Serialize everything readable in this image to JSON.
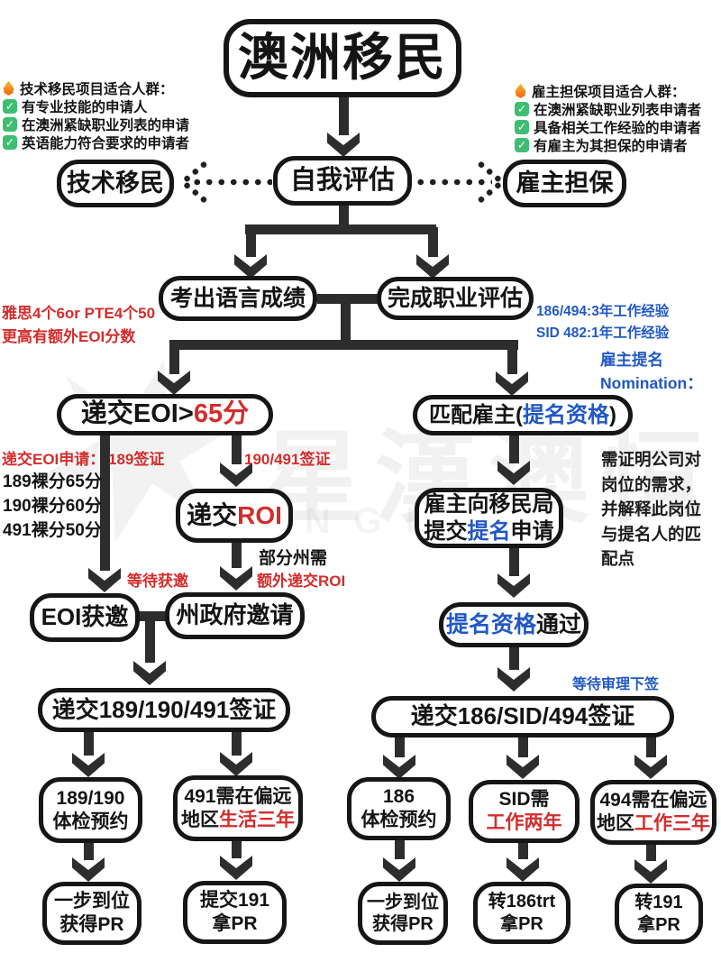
{
  "title": "澳洲移民",
  "left_checklist": {
    "header": "技术移民项目适合人群：",
    "items": [
      "有专业技能的申请人",
      "在澳洲紧缺职业列表的申请",
      "英语能力符合要求的申请者"
    ]
  },
  "right_checklist": {
    "header": "雇主担保项目适合人群：",
    "items": [
      "在澳洲紧缺职业列表申请者",
      "具备相关工作经验的申请者",
      "有雇主为其担保的申请者"
    ]
  },
  "nodes": {
    "skilled": "技术移民",
    "self_assess": "自我评估",
    "employer": "雇主担保",
    "language": "考出语言成绩",
    "occupation": "完成职业评估",
    "submit_eoi": {
      "black": "递交EOI>",
      "red": "65分"
    },
    "match_employer": {
      "pre": "匹配雇主(",
      "blue": "提名资格",
      "post": ")"
    },
    "submit_roi": {
      "black": "递交",
      "red": "ROI"
    },
    "eoi_invited": "EOI获邀",
    "state_invite": "州政府邀请",
    "visa_189": "递交189/190/491签证",
    "employer_submit": {
      "line1": "雇主向移民局",
      "l2a": "提交",
      "l2b": "提名",
      "l2c": "申请"
    },
    "nomination_pass": {
      "blue": "提名资格",
      "black": "通过"
    },
    "visa_186": "递交186/SID/494签证",
    "med_189": {
      "line1": "189/190",
      "line2": "体检预约"
    },
    "live3": {
      "line1": "491需在偏远",
      "l2a": "地区",
      "l2b": "生活三年"
    },
    "med_186": {
      "line1": "186",
      "line2": "体检预约"
    },
    "sid": {
      "line1": "SID需",
      "l2red": "工作两年"
    },
    "work3": {
      "line1": "494需在偏远",
      "l2a": "地区",
      "l2b": "工作三年"
    },
    "pr_direct_left": {
      "line1": "一步到位",
      "line2": "获得PR"
    },
    "pr_191_left": {
      "line1": "提交191",
      "line2": "拿PR"
    },
    "pr_direct_right": {
      "line1": "一步到位",
      "line2": "获得PR"
    },
    "pr_186trt": {
      "line1": "转186trt",
      "line2": "拿PR"
    },
    "pr_191_right": {
      "line1": "转191",
      "line2": "拿PR"
    }
  },
  "annotations": {
    "ielts_line1": "雅思4个6or PTE4个50",
    "ielts_line2": "更高有额外EOI分数",
    "eoi_apply": "递交EOI申请：",
    "visa189_label": "189签证",
    "visa190_label": "190/491签证",
    "score_189": "189裸分65分",
    "score_190": "190裸分60分",
    "score_491": "491裸分50分",
    "wait_invite": "等待获邀",
    "partial_state": "部分州需",
    "extra_roi": "额外递交ROI",
    "exp_186": "186/494:3年工作经验",
    "exp_sid": "SID 482:1年工作经验",
    "nomination_cn": "雇主提名",
    "nomination_en": "Nomination：",
    "company_lines": [
      "需证明公司对",
      "岗位的需求，",
      "并解释此岗位",
      "与提名人的匹",
      "配点"
    ],
    "wait_grant": "等待审理下签"
  },
  "icons": {
    "check_glyph": "✓",
    "flame_icon": "flame",
    "check_icon": "green-check"
  },
  "watermark": {
    "cjk": "星漢澳恒",
    "latin": "XINGHAN"
  },
  "colors": {
    "red": "#d22d2d",
    "blue": "#2158c4",
    "ink": "#161616",
    "arrow": "#2d2d2d",
    "check_green": "#3fbe72",
    "flame_orange": "#f2711c"
  }
}
